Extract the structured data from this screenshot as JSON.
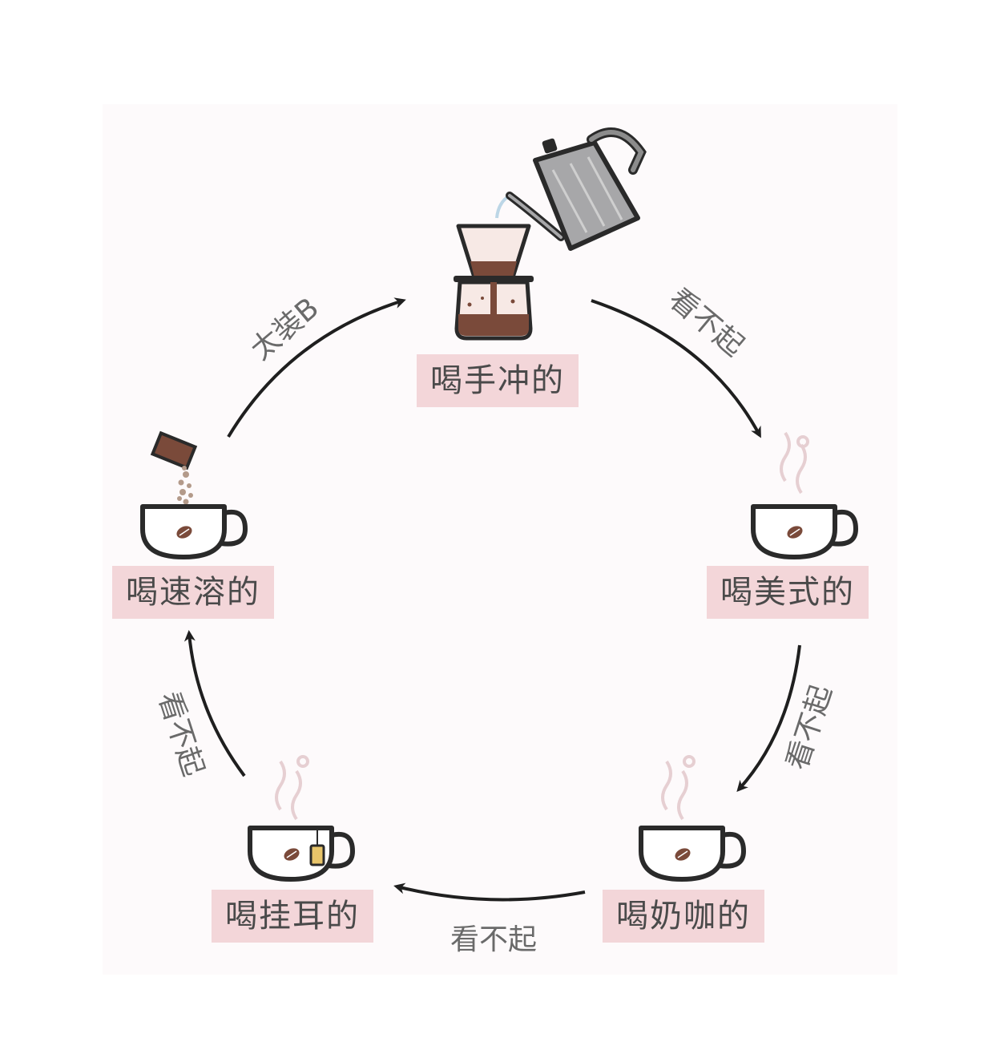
{
  "nodes": {
    "pour_over": {
      "label": "喝手冲的",
      "icon": "pour-over-kettle-icon"
    },
    "americano": {
      "label": "喝美式的",
      "icon": "steaming-coffee-cup-icon"
    },
    "latte": {
      "label": "喝奶咖的",
      "icon": "steaming-coffee-cup-icon"
    },
    "drip_bag": {
      "label": "喝挂耳的",
      "icon": "drip-bag-coffee-cup-icon"
    },
    "instant": {
      "label": "喝速溶的",
      "icon": "instant-coffee-cup-icon"
    }
  },
  "edges": [
    {
      "from": "pour_over",
      "to": "americano",
      "label": "看不起"
    },
    {
      "from": "americano",
      "to": "latte",
      "label": "看不起"
    },
    {
      "from": "latte",
      "to": "drip_bag",
      "label": "看不起"
    },
    {
      "from": "drip_bag",
      "to": "instant",
      "label": "看不起"
    },
    {
      "from": "instant",
      "to": "pour_over",
      "label": "太装B"
    }
  ],
  "colors": {
    "label_bg": "#f3d6d9",
    "arrow": "#1f1f1f",
    "coffee": "#7a4a3a",
    "kettle": "#8c8c8c"
  }
}
